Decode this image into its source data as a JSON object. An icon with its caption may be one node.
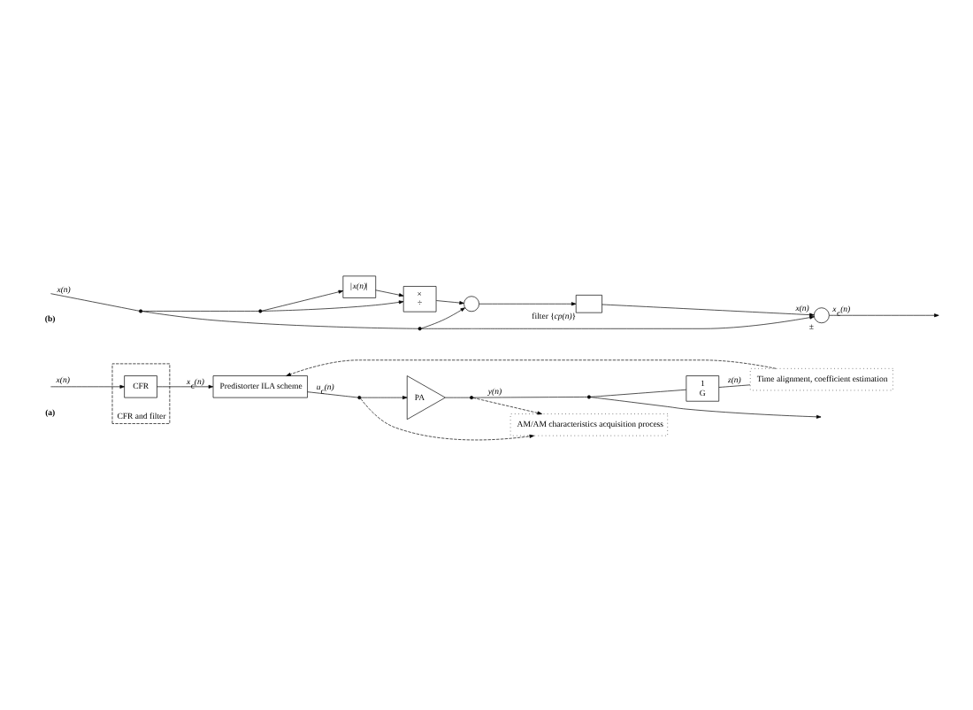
{
  "diagram": {
    "nodes": [
      {
        "text": [
          "CFR and filter"
        ]
      },
      {
        "text": [
          "CFR"
        ],
        "in": 0
      },
      {
        "text": [
          "Predistorter ILA scheme"
        ]
      },
      {
        "text": [],
        "shape": "dot"
      },
      {
        "text": [
          "PA"
        ]
      },
      {
        "text": [],
        "shape": "dot"
      },
      {
        "text": [],
        "shape": "dot"
      },
      {
        "text": [
          "AM/AM characteristics acquisition process"
        ]
      },
      {
        "text": [
          "1",
          "G"
        ]
      },
      {
        "text": [
          "Time alignment, coefficient estimation"
        ]
      },
      {
        "text": [],
        "shape": "dot"
      },
      {
        "text": [],
        "shape": "dot"
      },
      {
        "text": [],
        "shape": "circle"
      },
      {
        "text": [],
        "shape": "box",
        "beside": [
          "filter {*cp(n)*}"
        ]
      },
      {
        "text": [],
        "shape": "circle",
        "beside": [
          "±"
        ]
      },
      {
        "text": [],
        "shape": "dot"
      },
      {
        "text": [
          "|*x(n)*|"
        ]
      },
      {
        "text": [
          "×",
          "÷"
        ]
      }
    ],
    "edges": [
      {
        "from": null,
        "to": 1,
        "arrow": "to",
        "label": "*x(n)*"
      },
      {
        "from": 1,
        "to": 2,
        "arrow": "to",
        "label": "*x*$_{c}$*(n)*"
      },
      {
        "from": 2,
        "to": 3,
        "arrow": "none",
        "label": "*u*$_{c}$*(n)*"
      },
      {
        "from": 3,
        "to": 4,
        "arrow": "to"
      },
      {
        "from": 4,
        "to": 5,
        "arrow": "none"
      },
      {
        "from": 5,
        "to": 6,
        "arrow": "none",
        "label": "*y(n)*"
      },
      {
        "from": 6,
        "to": null,
        "arrow": "to"
      },
      {
        "from": 3,
        "to": 7,
        "arrow": "to",
        "style": "dashed"
      },
      {
        "from": 5,
        "to": 7,
        "arrow": "to",
        "style": "dashed"
      },
      {
        "from": 6,
        "to": 8,
        "arrow": "none"
      },
      {
        "from": 8,
        "to": 9,
        "arrow": "none",
        "label": "*z(n)*"
      },
      {
        "from": 9,
        "to": 2,
        "arrow": "to",
        "style": "dashed"
      },
      {
        "from": null,
        "to": 10,
        "arrow": "none",
        "label": "*x(n)*"
      },
      {
        "from": 10,
        "to": 11,
        "arrow": "none"
      },
      {
        "from": 11,
        "to": 12,
        "arrow": "to"
      },
      {
        "from": 11,
        "to": 14,
        "arrow": "to"
      },
      {
        "from": 10,
        "to": 15,
        "arrow": "none"
      },
      {
        "from": 15,
        "to": 17,
        "arrow": "to"
      },
      {
        "from": 15,
        "to": 16,
        "arrow": "to"
      },
      {
        "from": 16,
        "to": 17,
        "arrow": "to"
      },
      {
        "from": 17,
        "to": 12,
        "arrow": "to"
      },
      {
        "from": 12,
        "to": 13,
        "arrow": "to"
      },
      {
        "from": 13,
        "to": 14,
        "arrow": "to",
        "label": "*x(n)*"
      },
      {
        "from": 14,
        "to": null,
        "arrow": "to",
        "label": "*x*$_{c}$*(n)*"
      }
    ],
    "labels": [
      "(a)",
      "(b)"
    ]
  }
}
